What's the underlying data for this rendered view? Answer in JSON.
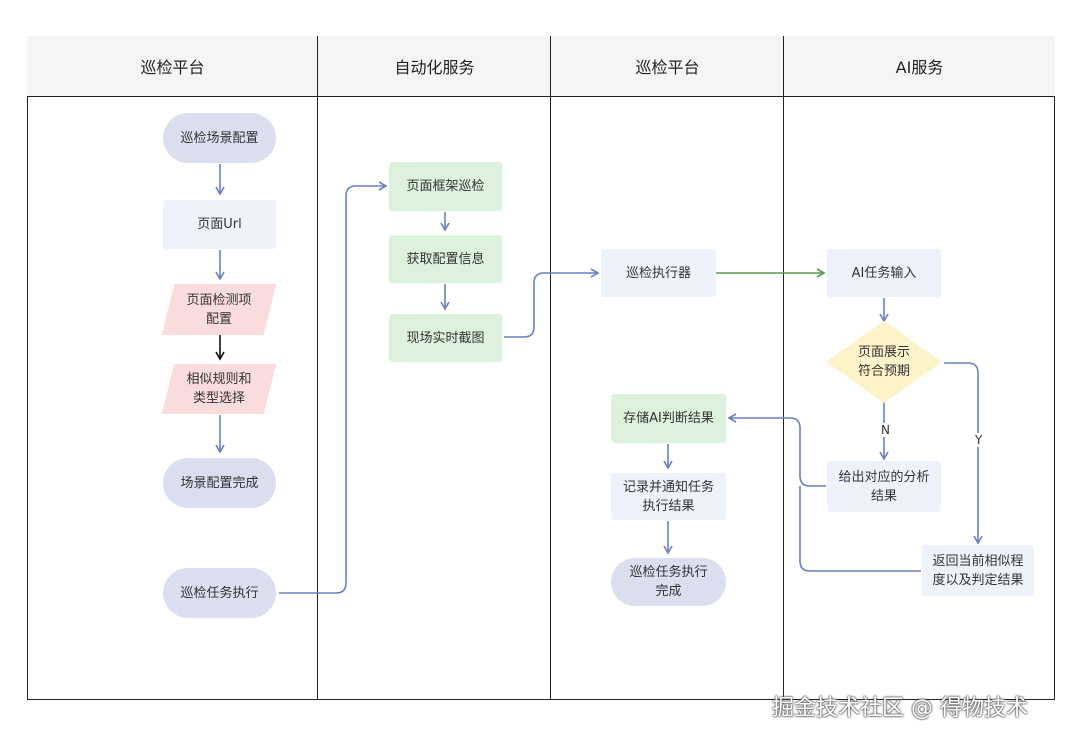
{
  "lanes": [
    {
      "title": "巡检平台"
    },
    {
      "title": "自动化服务"
    },
    {
      "title": "巡检平台"
    },
    {
      "title": "AI服务"
    }
  ],
  "nodes": {
    "scene_config": "巡检场景配置",
    "page_url": "页面Url",
    "page_check_items": "页面检测项\n配置",
    "similarity_rules": "相似规则和\n类型选择",
    "scene_config_done": "场景配置完成",
    "patrol_task_exec": "巡检任务执行",
    "page_frame_patrol": "页面框架巡检",
    "get_config_info": "获取配置信息",
    "live_screenshot": "现场实时截图",
    "patrol_executor": "巡检执行器",
    "store_ai_result": "存储AI判断结果",
    "record_notify": "记录并通知任务\n执行结果",
    "patrol_task_done": "巡检任务执行\n完成",
    "ai_task_input": "AI任务输入",
    "meets_expectation": "页面展示\n符合预期",
    "give_analysis": "给出对应的分析\n结果",
    "return_similarity": "返回当前相似程\n度以及判定结果"
  },
  "edge_labels": {
    "no": "N",
    "yes": "Y"
  },
  "watermark": "掘金技术社区 @ 得物技术",
  "colors": {
    "arrow_blue": "#6b7fc4",
    "arrow_green": "#5b9a4e",
    "arrow_black": "#111111",
    "pill_fill": "#dcdff0",
    "rect_blue_fill": "#eef2fb",
    "rect_green_fill": "#ddf2dc",
    "para_fill": "#fbdcdc",
    "diamond_fill": "#fdf3c8"
  }
}
